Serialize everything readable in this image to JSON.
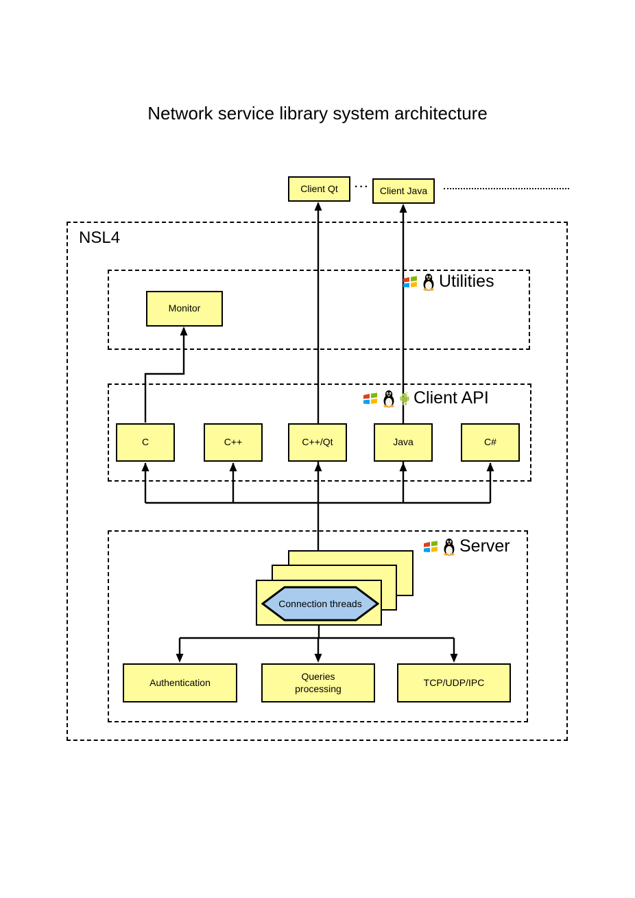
{
  "title": "Network service library system architecture",
  "clients": {
    "client_qt": "Client Qt",
    "ellipsis": "···",
    "client_java": "Client Java"
  },
  "container": {
    "label": "NSL4"
  },
  "sections": {
    "utilities": {
      "label": "Utilities",
      "platform_icons": [
        "windows",
        "linux"
      ]
    },
    "client_api": {
      "label": "Client API",
      "platform_icons": [
        "windows",
        "linux",
        "android"
      ]
    },
    "server": {
      "label": "Server",
      "platform_icons": [
        "windows",
        "linux"
      ]
    }
  },
  "nodes": {
    "monitor": "Monitor",
    "api_c": "C",
    "api_cpp": "C++",
    "api_cpp_qt": "C++/Qt",
    "api_java": "Java",
    "api_csharp": "C#",
    "connection_threads": "Connection threads",
    "authentication": "Authentication",
    "queries_processing": "Queries\nprocessing",
    "tcp_udp_ipc": "TCP/UDP/IPC"
  },
  "colors": {
    "node_fill": "#FFFC9C",
    "node_border": "#000000",
    "hexagon_fill": "#A9CCEE",
    "background": "#FFFFFF"
  }
}
